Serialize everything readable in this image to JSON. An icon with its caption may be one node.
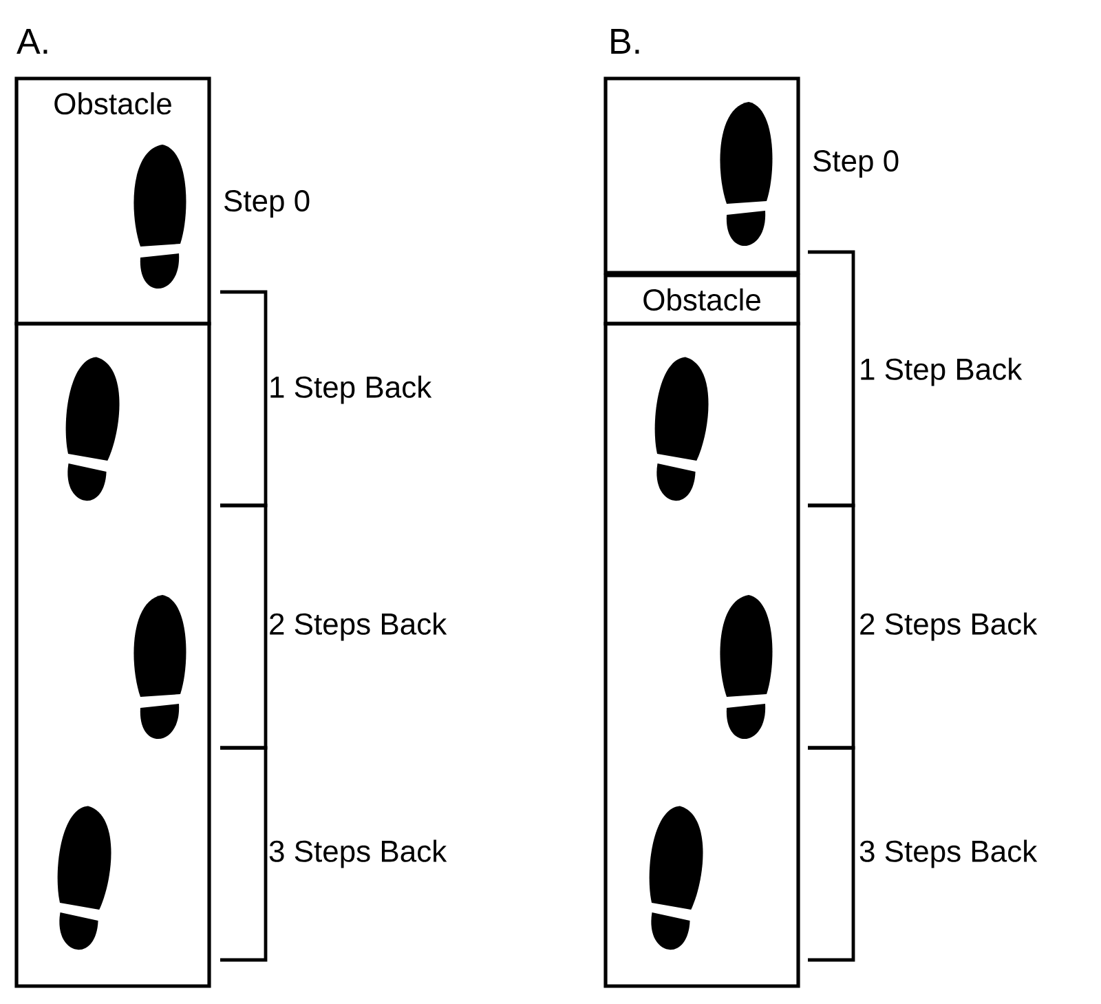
{
  "diagram": {
    "nodes": [
      {
        "text": [
          "Obstacle"
        ]
      },
      {
        "text": [],
        "shape": "box"
      },
      {
        "text": [],
        "shape": "box"
      },
      {
        "text": [
          "Obstacle"
        ]
      },
      {
        "text": [],
        "shape": "box"
      }
    ],
    "labels": [
      "A.",
      "Step 0",
      "1 Step Back",
      "2 Steps Back",
      "3 Steps Back",
      "B.",
      "Step 0",
      "1 Step Back",
      "2 Steps Back",
      "3 Steps Back"
    ]
  }
}
